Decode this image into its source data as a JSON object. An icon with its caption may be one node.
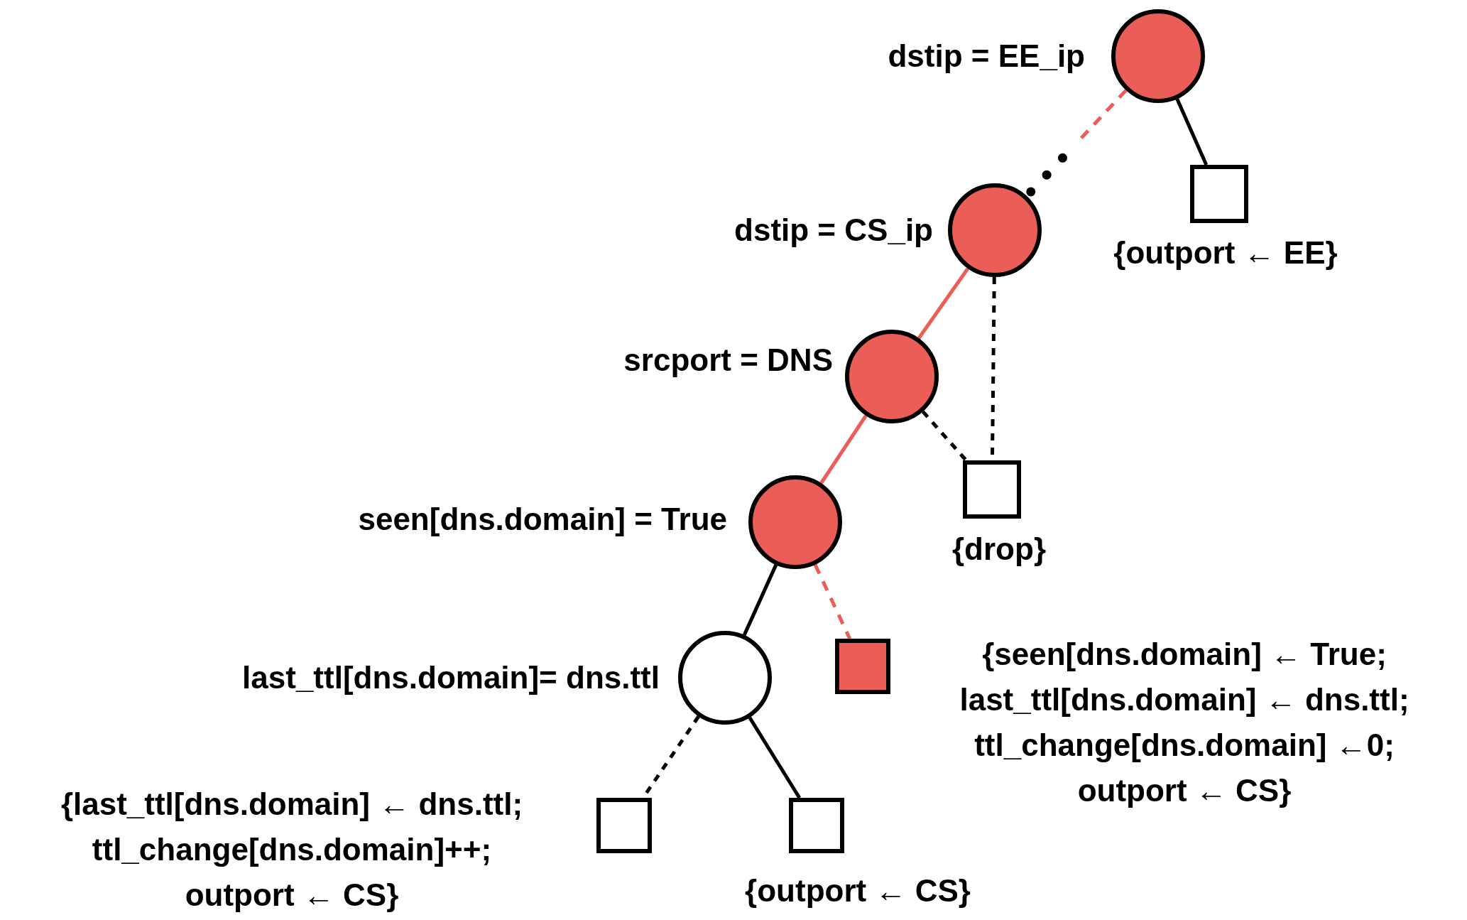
{
  "diagram": {
    "nodes": [
      {
        "text": [],
        "shape": "circle",
        "beside": [
          "dstip = EE_ip"
        ]
      },
      {
        "text": [],
        "shape": "circle",
        "beside": [
          "dstip = CS_ip"
        ]
      },
      {
        "text": [],
        "shape": "box",
        "beside": [
          "{outport ← EE}"
        ]
      },
      {
        "text": [],
        "shape": "circle",
        "beside": [
          "srcport = DNS"
        ]
      },
      {
        "text": [],
        "shape": "circle",
        "beside": [
          "seen[dns.domain] = True"
        ]
      },
      {
        "text": [],
        "shape": "box",
        "beside": [
          "{drop}"
        ]
      },
      {
        "text": [],
        "shape": "circle",
        "beside": [
          "last_ttl[dns.domain]= dns.ttl"
        ]
      },
      {
        "text": [],
        "shape": "box",
        "beside": [
          "{seen[dns.domain] ← True; last_ttl[dns.domain] ← dns.ttl; ttl_change[dns.domain] ←0; outport ← CS}"
        ]
      },
      {
        "text": [],
        "shape": "box",
        "beside": [
          "{last_ttl[dns.domain] ← dns.ttl; ttl_change[dns.domain]++; outport ← CS}"
        ]
      },
      {
        "text": [],
        "shape": "box",
        "beside": [
          "{outport ← CS}"
        ]
      }
    ],
    "edges": [
      {
        "from": 0,
        "to": 1,
        "arrow": "none",
        "style": "dashed",
        "color": "#eb5e57"
      },
      {
        "from": 0,
        "to": 2,
        "arrow": "none"
      },
      {
        "from": 1,
        "to": 3,
        "arrow": "none",
        "color": "#eb5e57"
      },
      {
        "from": 1,
        "to": 5,
        "arrow": "none",
        "style": "dashed"
      },
      {
        "from": 3,
        "to": 4,
        "arrow": "none",
        "color": "#eb5e57"
      },
      {
        "from": 3,
        "to": 5,
        "arrow": "none",
        "style": "dashed"
      },
      {
        "from": 4,
        "to": 6,
        "arrow": "none"
      },
      {
        "from": 4,
        "to": 7,
        "arrow": "none",
        "style": "dashed",
        "color": "#eb5e57"
      },
      {
        "from": 6,
        "to": 8,
        "arrow": "none",
        "style": "dashed"
      },
      {
        "from": 6,
        "to": 9,
        "arrow": "none"
      }
    ]
  }
}
